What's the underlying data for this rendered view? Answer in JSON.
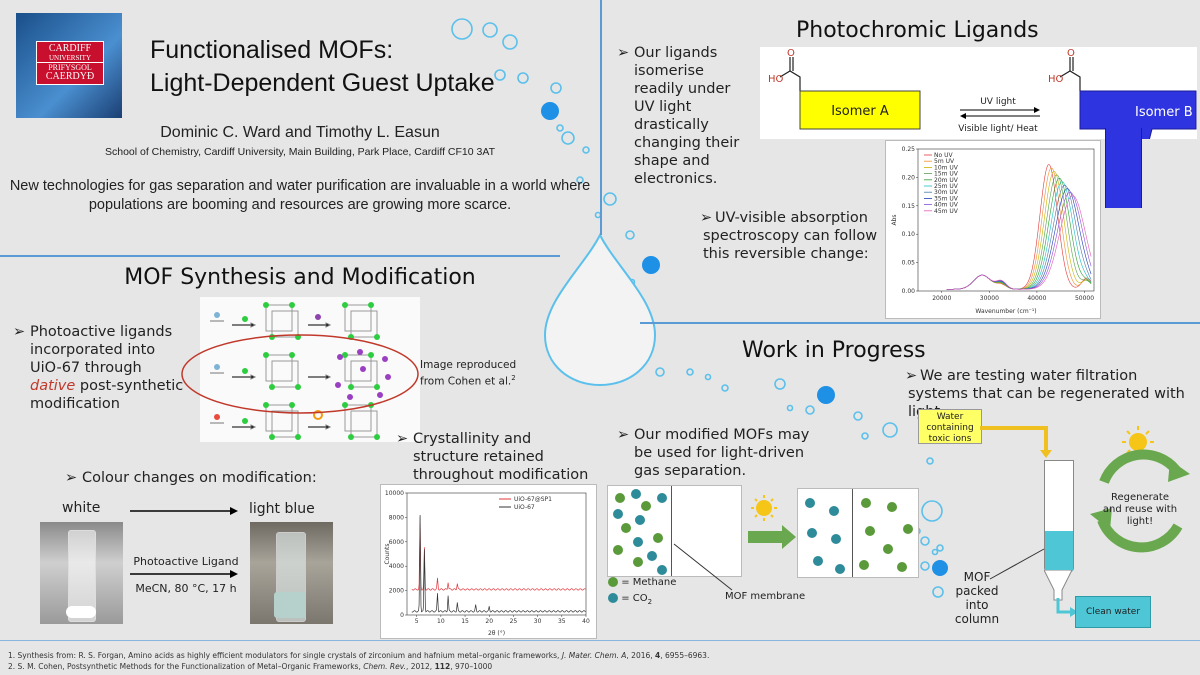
{
  "header": {
    "logo_lines": [
      "CARDIFF",
      "UNIVERSITY",
      "PRIFYSGOL",
      "CAERDYÐ"
    ],
    "title_line1": "Functionalised MOFs:",
    "title_line2": "Light-Dependent Guest Uptake",
    "authors": "Dominic C. Ward and Timothy L. Easun",
    "affiliation": "School of Chemistry, Cardiff University, Main Building, Park Place, Cardiff CF10 3AT",
    "intro": "New technologies for gas separation and water purification are invaluable in a world where populations are booming and resources are growing more scarce."
  },
  "synthesis": {
    "heading": "MOF Synthesis and Modification",
    "bullet1_a": "Photoactive ligands incorporated into UiO-67 through ",
    "bullet1_em": "dative",
    "bullet1_b": " post-synthetic modification",
    "image_credit": "Image reproduced from Cohen et al.",
    "image_credit_sup": "2",
    "bullet2": "Crystallinity and structure retained throughout modification",
    "bullet3": "Colour changes on modification:",
    "label_white": "white",
    "label_light_blue": "light blue",
    "arrow_label": "Photoactive Ligand",
    "conditions": "MeCN, 80 °C, 17 h"
  },
  "xrd_chart": {
    "chart_data": {
      "type": "line",
      "xlabel": "2θ (°)",
      "ylabel": "Counts",
      "xlim": [
        3,
        40
      ],
      "ylim": [
        0,
        10000
      ],
      "x_ticks": [
        5,
        10,
        15,
        20,
        25,
        30,
        35,
        40
      ],
      "y_ticks": [
        0,
        2000,
        4000,
        6000,
        8000,
        10000
      ],
      "series": [
        {
          "name": "UiO-67@SP1",
          "color": "#e0393e",
          "baseline": 2100,
          "peaks": [
            [
              5.7,
              5900
            ],
            [
              6.6,
              3400
            ],
            [
              9.3,
              900
            ],
            [
              11.5,
              600
            ],
            [
              13.4,
              500
            ]
          ]
        },
        {
          "name": "UiO-67",
          "color": "#333333",
          "baseline": 300,
          "peaks": [
            [
              5.7,
              7900
            ],
            [
              6.6,
              5100
            ],
            [
              9.3,
              1500
            ],
            [
              11.5,
              1300
            ],
            [
              13.4,
              700
            ],
            [
              17.2,
              500
            ],
            [
              20.0,
              400
            ]
          ]
        }
      ]
    }
  },
  "photochromic": {
    "heading": "Photochromic Ligands",
    "bullet1": "Our ligands isomerise readily under UV light drastically changing their shape and electronics.",
    "ho_label": "HO",
    "o_label": "O",
    "isomer_a": "Isomer A",
    "isomer_b": "Isomer B",
    "uv_label": "UV light",
    "vis_label": "Visible light/ Heat",
    "bullet2": "UV-visible absorption spectroscopy can follow this reversible change:"
  },
  "uv_chart": {
    "chart_data": {
      "type": "line",
      "xlabel": "Wavenumber (cm⁻¹)",
      "ylabel": "Abs",
      "xlim": [
        15000,
        52000
      ],
      "ylim": [
        0,
        0.25
      ],
      "x_ticks": [
        20000,
        30000,
        40000,
        50000
      ],
      "y_ticks": [
        0.0,
        0.05,
        0.1,
        0.15,
        0.2,
        0.25
      ],
      "legend_position": "top-left",
      "series_names": [
        "No UV",
        "5m UV",
        "10m UV",
        "15m UV",
        "20m UV",
        "25m UV",
        "30m UV",
        "35m UV",
        "40m UV",
        "45m UV"
      ],
      "series_colors": [
        "#e0393e",
        "#f28e2b",
        "#c8b400",
        "#59a14f",
        "#2ca02c",
        "#17becf",
        "#4e79a7",
        "#1f3fb4",
        "#8c4fd6",
        "#e15cb8"
      ],
      "peak_no_uv": [
        42500,
        0.22
      ],
      "peak_45m_uv": [
        47500,
        0.165
      ]
    }
  },
  "wip": {
    "heading": "Work in Progress",
    "bullet_water": "We are testing water filtration systems that can be regenerated with light.",
    "bullet_gas": "Our modified MOFs may be used for light-driven gas separation.",
    "methane_label": "= Methane",
    "co2_label": "= CO",
    "co2_sub": "2",
    "membrane_label": "MOF membrane",
    "water_box": "Water containing toxic ions",
    "regenerate": "Regenerate and reuse with light!",
    "mof_column": "MOF packed into column",
    "clean_water": "Clean water",
    "colors": {
      "methane": "#5a9a3a",
      "co2": "#2e8b9a",
      "water": "#4fc6d6",
      "arrow_green": "#6aa84f",
      "sun": "#f5c518"
    }
  },
  "references": {
    "ref1_a": "1. Synthesis from: R. S. Forgan,  Amino acids as highly efficient modulators for single crystals of zirconium and hafnium  metal–organic  frameworks, ",
    "ref1_j": "J. Mater. Chem. A",
    "ref1_b": ", 2016, ",
    "ref1_v": "4",
    "ref1_c": ", 6955–6963.",
    "ref2_a": "2. S. M. Cohen,  Postsynthetic Methods for the Functionalization  of Metal–Organic Frameworks, ",
    "ref2_j": "Chem. Rev.",
    "ref2_b": ", 2012, ",
    "ref2_v": "112",
    "ref2_c": ", 970–1000"
  }
}
